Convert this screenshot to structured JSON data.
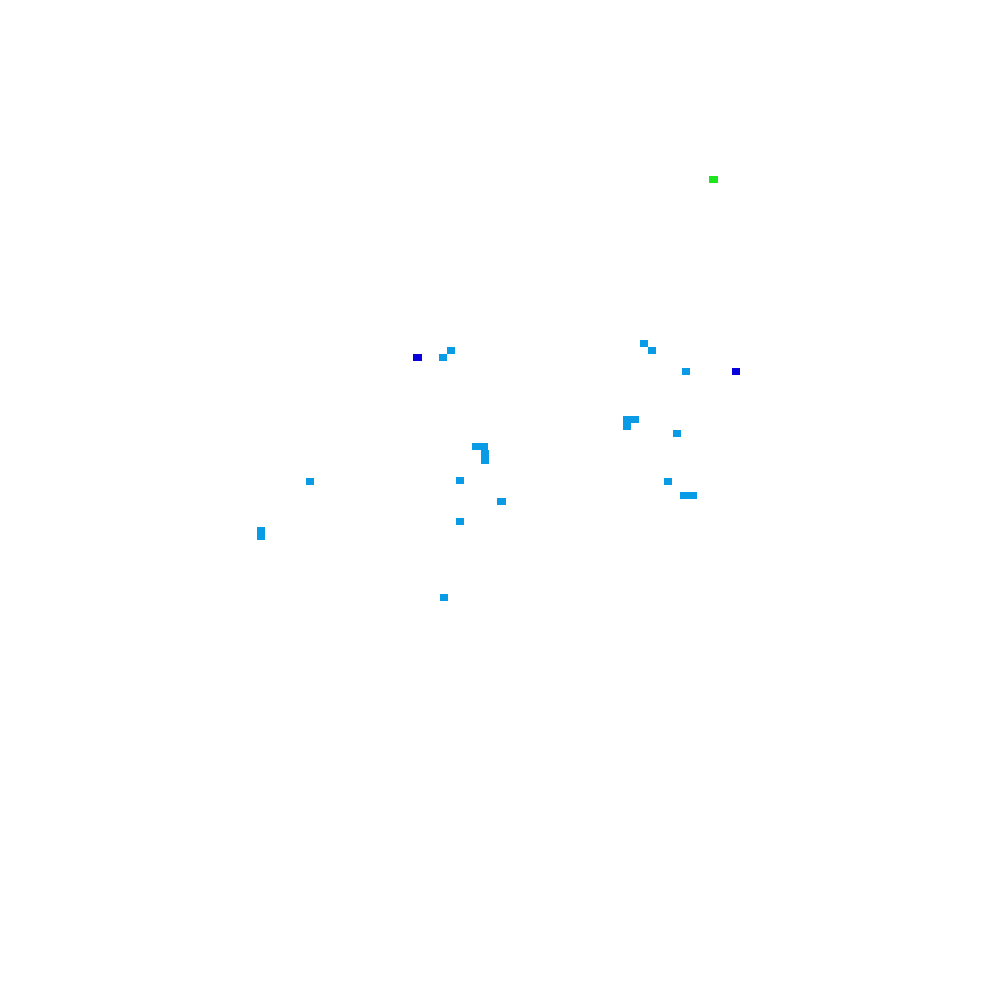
{
  "colors": {
    "background": "#ffffff",
    "light": "#0a9be6",
    "dark": "#0a00dc",
    "green": "#1ee61e"
  },
  "cells": [
    {
      "kind": "green"
    },
    {
      "kind": "dark"
    },
    {
      "kind": "dark"
    },
    {
      "kind": "light"
    },
    {
      "kind": "light"
    },
    {
      "kind": "light"
    },
    {
      "kind": "light"
    },
    {
      "kind": "light"
    },
    {
      "kind": "light"
    },
    {
      "kind": "light"
    },
    {
      "kind": "light"
    },
    {
      "kind": "light"
    },
    {
      "kind": "light"
    },
    {
      "kind": "light"
    },
    {
      "kind": "light"
    },
    {
      "kind": "light"
    },
    {
      "kind": "light"
    },
    {
      "kind": "light"
    },
    {
      "kind": "light"
    },
    {
      "kind": "light"
    },
    {
      "kind": "light"
    },
    {
      "kind": "light"
    },
    {
      "kind": "light"
    }
  ]
}
